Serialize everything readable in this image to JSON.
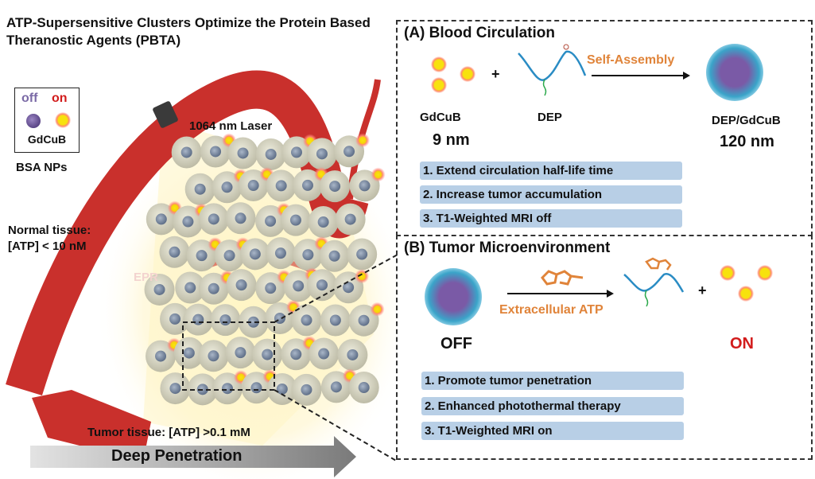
{
  "title": "ATP-Supersensitive Clusters Optimize the Protein Based Theranostic Agents (PBTA)",
  "legend": {
    "off_label": "off",
    "on_label": "on",
    "particle_name": "GdCuB",
    "caption": "BSA NPs"
  },
  "illustration": {
    "laser_label": "1064 nm Laser",
    "normal_tissue": [
      "Normal tissue:",
      "[ATP] < 10 nM"
    ],
    "epr_label": "EPR",
    "tumor_tissue": "Tumor tissue: [ATP] >0.1 mM",
    "penetration_arrow": "Deep Penetration"
  },
  "panelA": {
    "title": "(A) Blood Circulation",
    "reactant1_name": "GdCuB",
    "reactant1_size": "9 nm",
    "plus": "+",
    "reactant2_name": "DEP",
    "arrow_label": "Self-Assembly",
    "product_name": "DEP/GdCuB",
    "product_size": "120 nm",
    "features": [
      "1. Extend circulation half-life time",
      "2. Increase tumor accumulation",
      "3. T1-Weighted MRI off"
    ]
  },
  "panelB": {
    "title": "(B) Tumor Microenvironment",
    "state_off": "OFF",
    "arrow_label": "Extracellular ATP",
    "plus": "+",
    "state_on": "ON",
    "features": [
      "1. Promote tumor penetration",
      "2. Enhanced photothermal therapy",
      "3. T1-Weighted MRI on"
    ]
  },
  "colors": {
    "vessel": "#c9302c",
    "on_particle": "#f7e20d",
    "off_particle": "#6a5596",
    "feature_bg": "#b8cfe6",
    "accent_orange": "#e0843a",
    "on_red": "#d21c1c"
  }
}
